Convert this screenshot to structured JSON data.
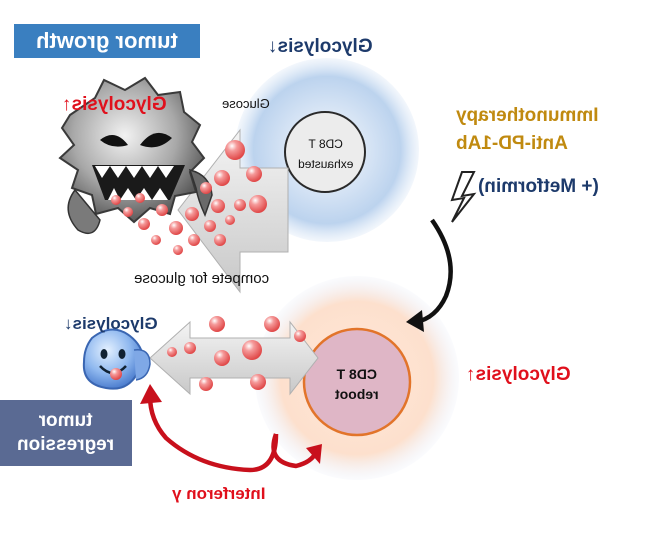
{
  "labels": {
    "tumor_growth": "tumor growth",
    "glycolysis_down_top": "Glycolysis↓",
    "glycolysis_up_tumor": "Glycolysis↑",
    "glucose": "Glucose",
    "cd8_exhausted_line1": "CD8 T",
    "cd8_exhausted_line2": "exhausted",
    "immunotherapy": "Immunotherapy",
    "anti_pd1": "Anti-PD-1Ab",
    "metformin": "(+ Metformin)",
    "compete": "compete for glucose",
    "glycolysis_down_regress": "Glycolysis↓",
    "cd8_reboot_line1": "CD8 T",
    "cd8_reboot_line2": "reboot",
    "glycolysis_up_reboot": "Glycolysis↑",
    "tumor_regression_line1": "tumor",
    "tumor_regression_line2": "regression",
    "interferon": "Interferon γ"
  },
  "colors": {
    "box_blue": "#3a7fc0",
    "box_slate": "#5a6a93",
    "red_text": "#e0101c",
    "navy_text": "#1d3a6b",
    "gold_text": "#c08a10",
    "arrow_red": "#c8101c",
    "glucose_dot": "#f07070"
  },
  "icons": [
    "tumor-monster-icon",
    "happy-cell-icon",
    "lightning-icon"
  ]
}
